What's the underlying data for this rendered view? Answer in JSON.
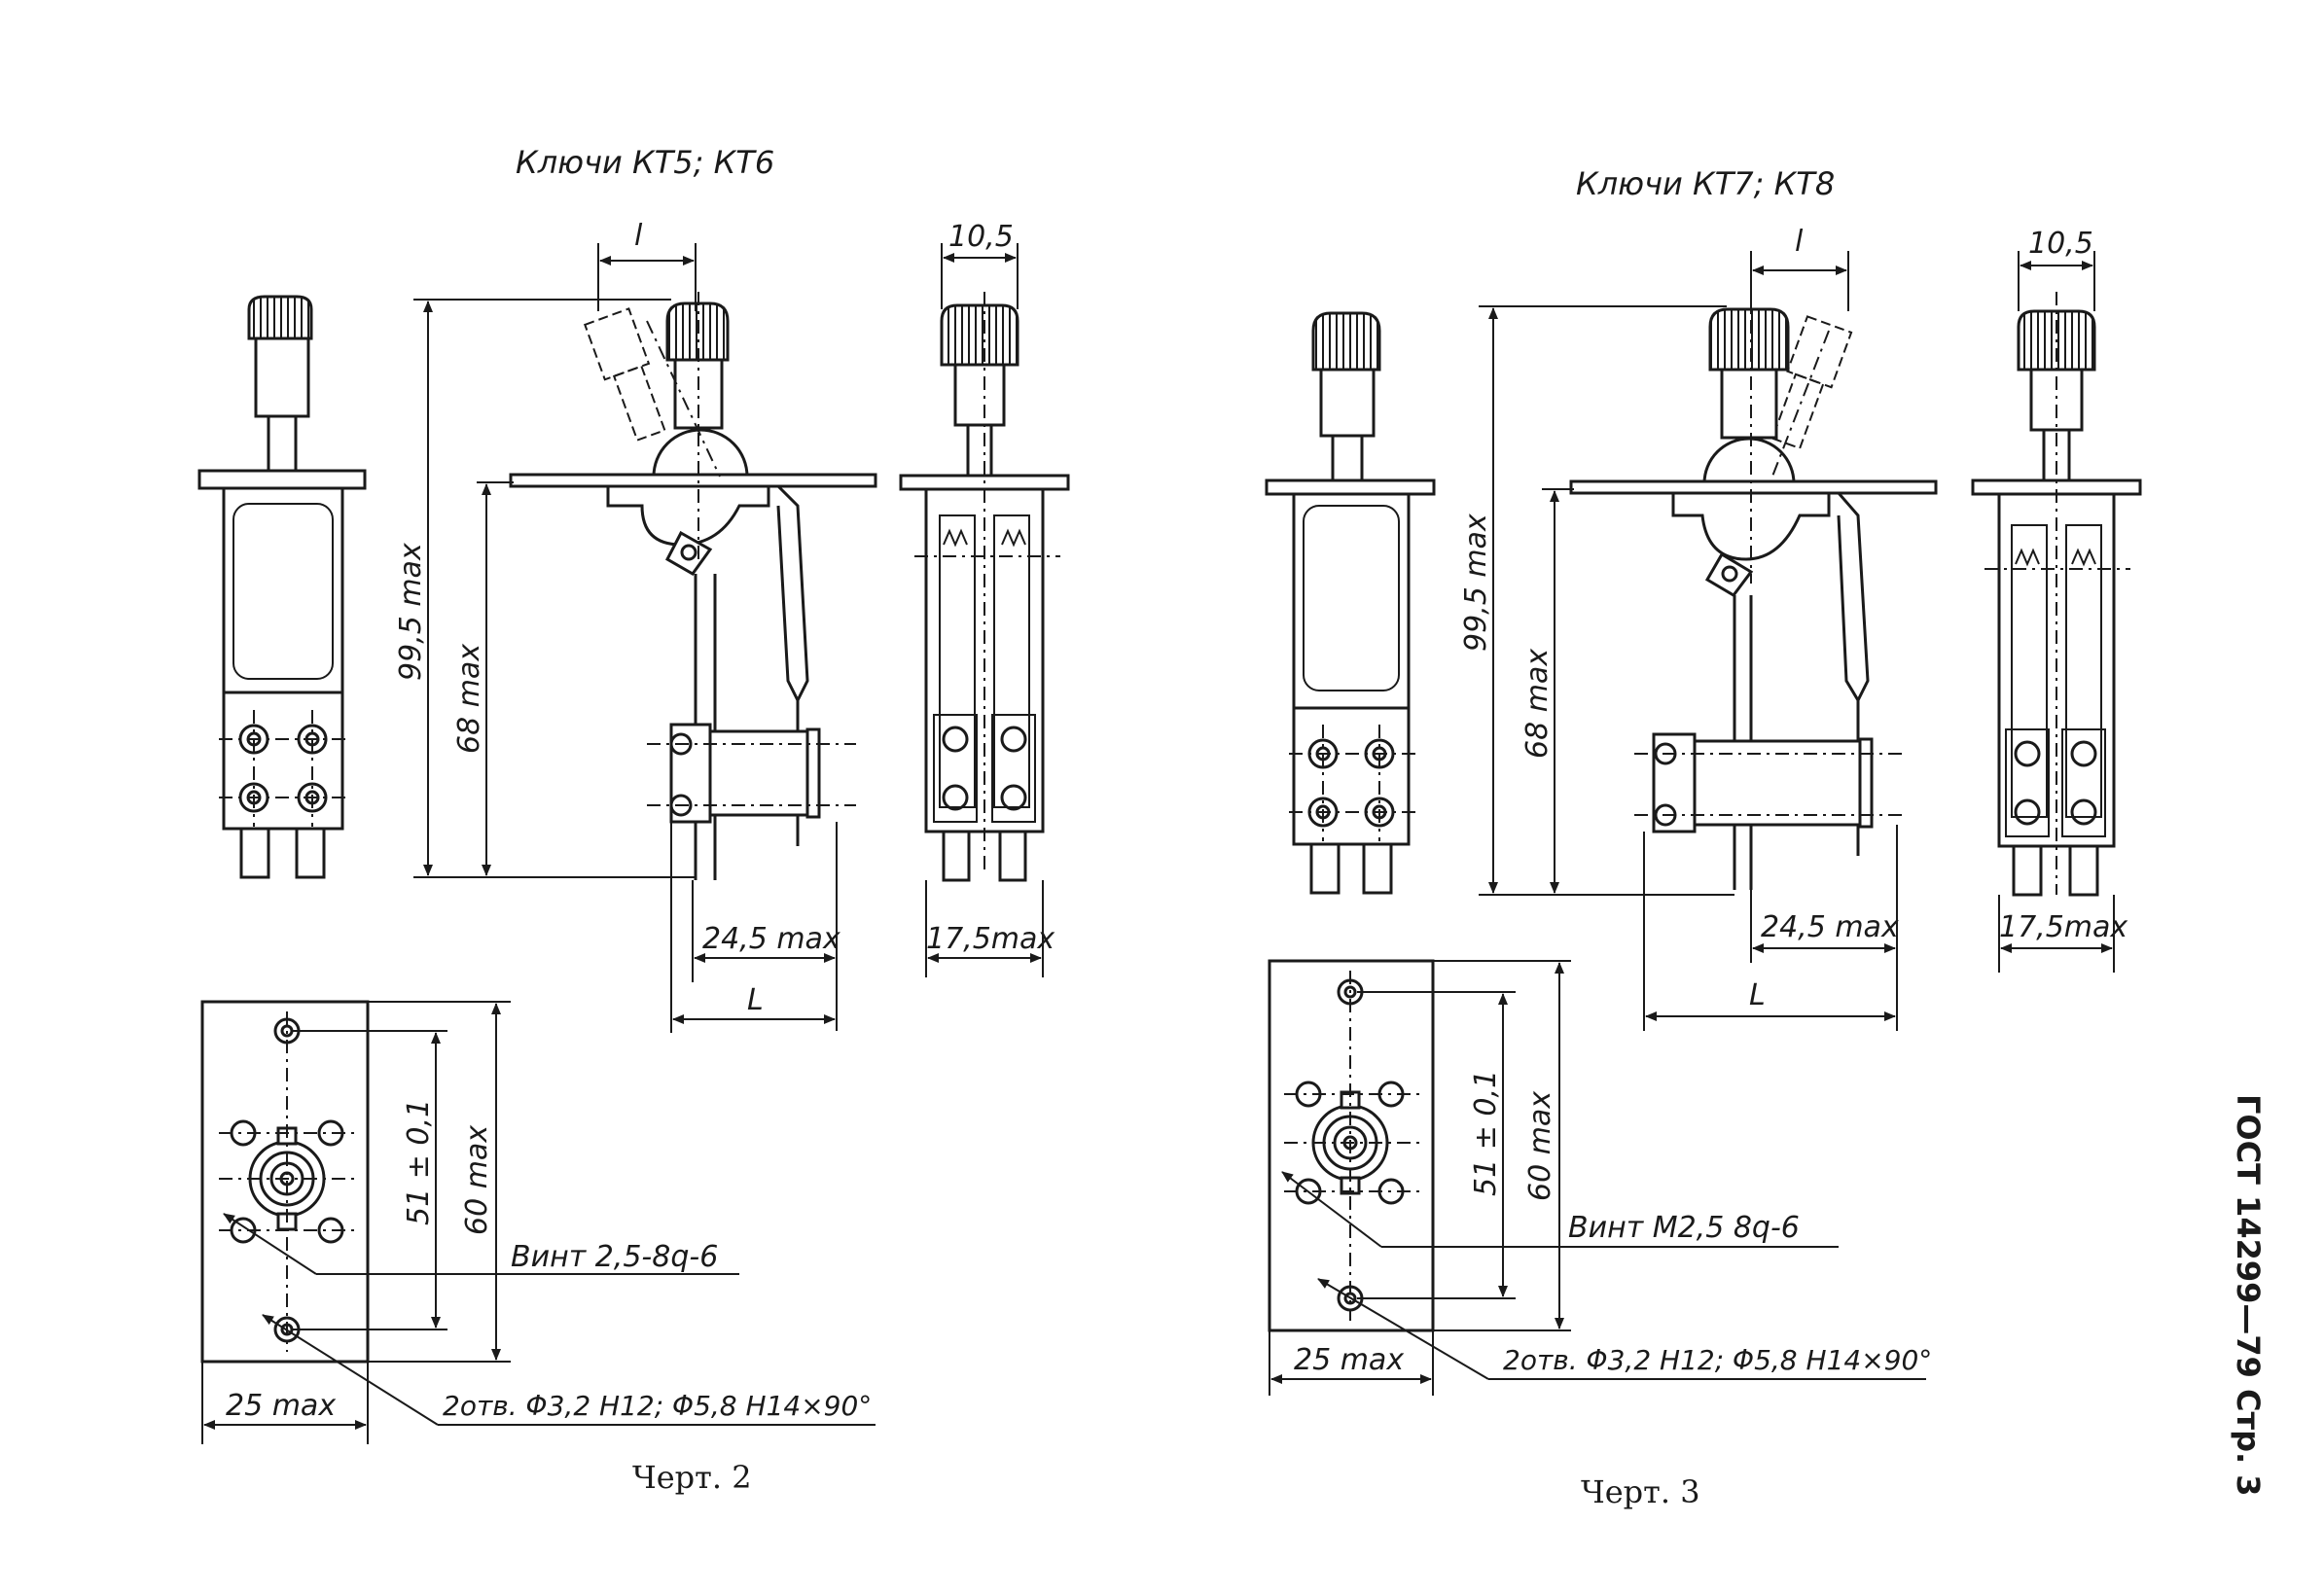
{
  "left": {
    "title": "Ключи КТ5; КТ6",
    "dim_l": "l",
    "dim_10_5": "10,5",
    "dim_99_5": "99,5 max",
    "dim_68": "68 max",
    "dim_24_5": "24,5 max",
    "dim_17_5": "17,5max",
    "dim_L": "L",
    "dim_51": "51 ± 0,1",
    "dim_60": "60 max",
    "dim_25": "25 max",
    "screw": "Винт 2,5-8q-6",
    "holes": "2отв. Φ3,2 Н12; Φ5,8 Н14×90°",
    "caption": "Черт. 2"
  },
  "right": {
    "title": "Ключи КТ7; КТ8",
    "dim_l": "l",
    "dim_10_5": "10,5",
    "dim_99_5": "99,5 max",
    "dim_68": "68 max",
    "dim_24_5": "24,5 max",
    "dim_17_5": "17,5max",
    "dim_L": "L",
    "dim_51": "51 ± 0,1",
    "dim_60": "60 max",
    "dim_25": "25 max",
    "screw": "Винт М2,5 8q-6",
    "holes": "2отв. Φ3,2 Н12; Φ5,8 Н14×90°",
    "caption": "Черт. 3"
  },
  "side_label": "ГОСТ 14299—79 Стр. 3"
}
